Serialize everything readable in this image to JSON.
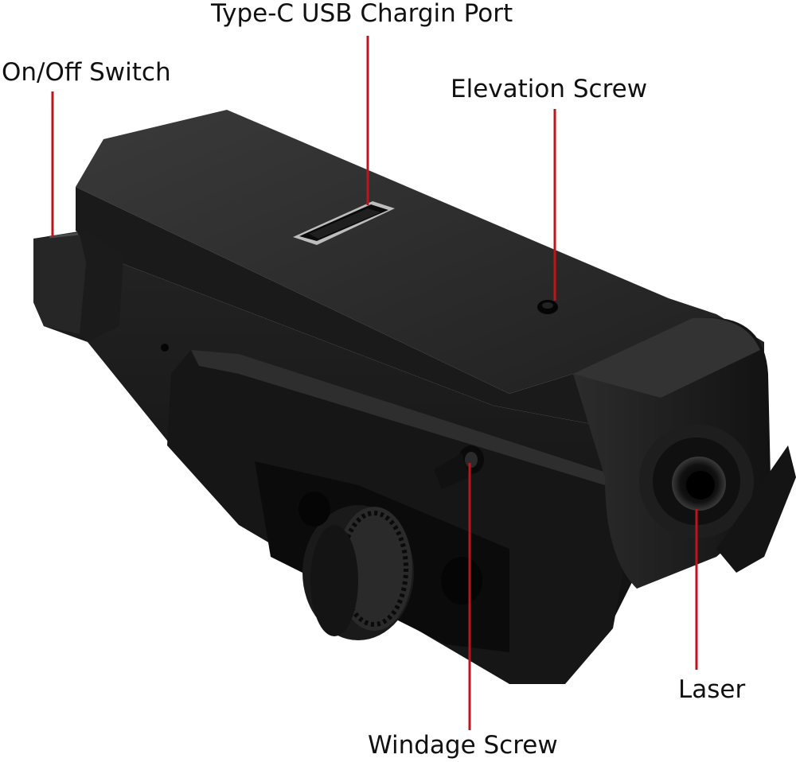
{
  "callouts": {
    "usb_port": {
      "label": "Type-C USB Chargin Port"
    },
    "power_switch": {
      "label": "On/Off Switch"
    },
    "elevation_screw": {
      "label": "Elevation Screw"
    },
    "laser": {
      "label": "Laser"
    },
    "windage_screw": {
      "label": "Windage Screw"
    }
  },
  "colors": {
    "leader_line": "#c0141c",
    "label_text": "#111111",
    "body_dark": "#111111",
    "body_top": "#2b2b2b",
    "body_face": "#1c1c1c",
    "highlight": "#4a4a4a",
    "background": "#ffffff"
  }
}
